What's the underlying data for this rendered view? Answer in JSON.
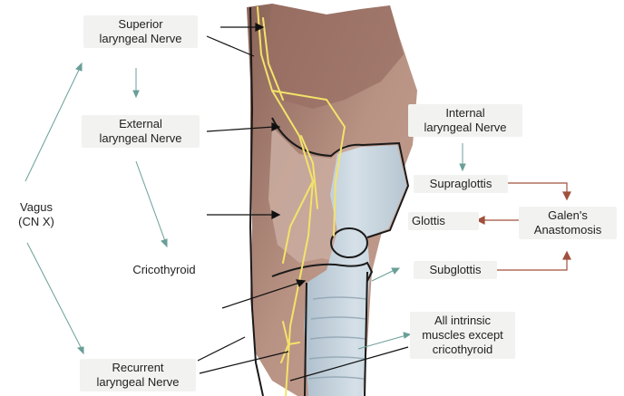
{
  "labels": {
    "superior": [
      "Superior",
      "laryngeal Nerve"
    ],
    "external": [
      "External",
      "laryngeal Nerve"
    ],
    "vagus": [
      "Vagus",
      "(CN X)"
    ],
    "cricothyroid": "Cricothyroid",
    "recurrent": [
      "Recurrent",
      "laryngeal Nerve"
    ],
    "internal": [
      "Internal",
      "laryngeal Nerve"
    ],
    "supraglottis": "Supraglottis",
    "glottis": "Glottis",
    "subglottis": "Subglottis",
    "galens": [
      "Galen's",
      "Anastomosis"
    ],
    "intrinsic": [
      "All intrinsic",
      "muscles except",
      "cricothyroid"
    ]
  },
  "colors": {
    "muscle": "#b58f80",
    "muscle_dark": "#8e6a5f",
    "cartilage": "#d9c9c1",
    "airway": "#c4d3dd",
    "nerve": "#f3e36a",
    "arrow_teal": "#5a9a93",
    "arrow_red": "#a0503c",
    "arrow_black": "#111111"
  }
}
